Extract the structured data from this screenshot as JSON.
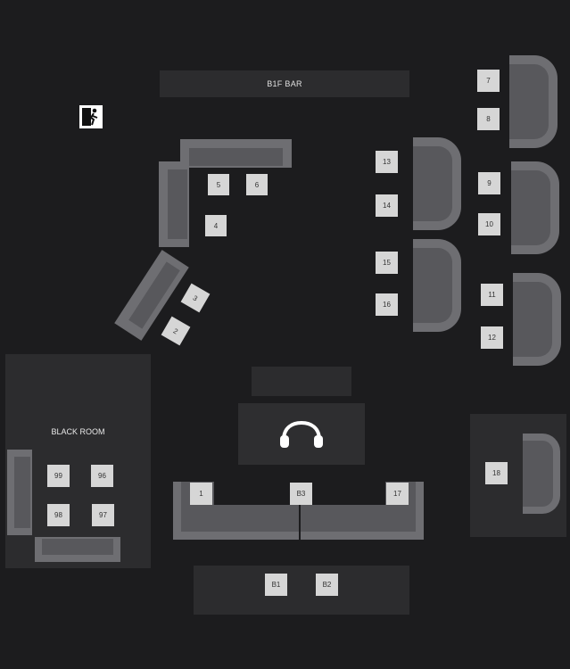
{
  "bar": {
    "label": "B1F BAR"
  },
  "black_room": {
    "label": "BLACK ROOM"
  },
  "dj": {
    "icon": "headphones-icon"
  },
  "exit": {
    "icon": "emergency-exit-icon"
  },
  "tables": {
    "t1": "1",
    "t2": "2",
    "t3": "3",
    "t4": "4",
    "t5": "5",
    "t6": "6",
    "t7": "7",
    "t8": "8",
    "t9": "9",
    "t10": "10",
    "t11": "11",
    "t12": "12",
    "t13": "13",
    "t14": "14",
    "t15": "15",
    "t16": "16",
    "t17": "17",
    "t18": "18",
    "t99": "99",
    "t96": "96",
    "t98": "98",
    "t97": "97",
    "tb1": "B1",
    "tb2": "B2",
    "tb3": "B3"
  },
  "colors": {
    "background": "#1c1c1e",
    "room": "#2c2c2e",
    "table": "#d6d6d6",
    "sofa": "#6e6e72"
  }
}
